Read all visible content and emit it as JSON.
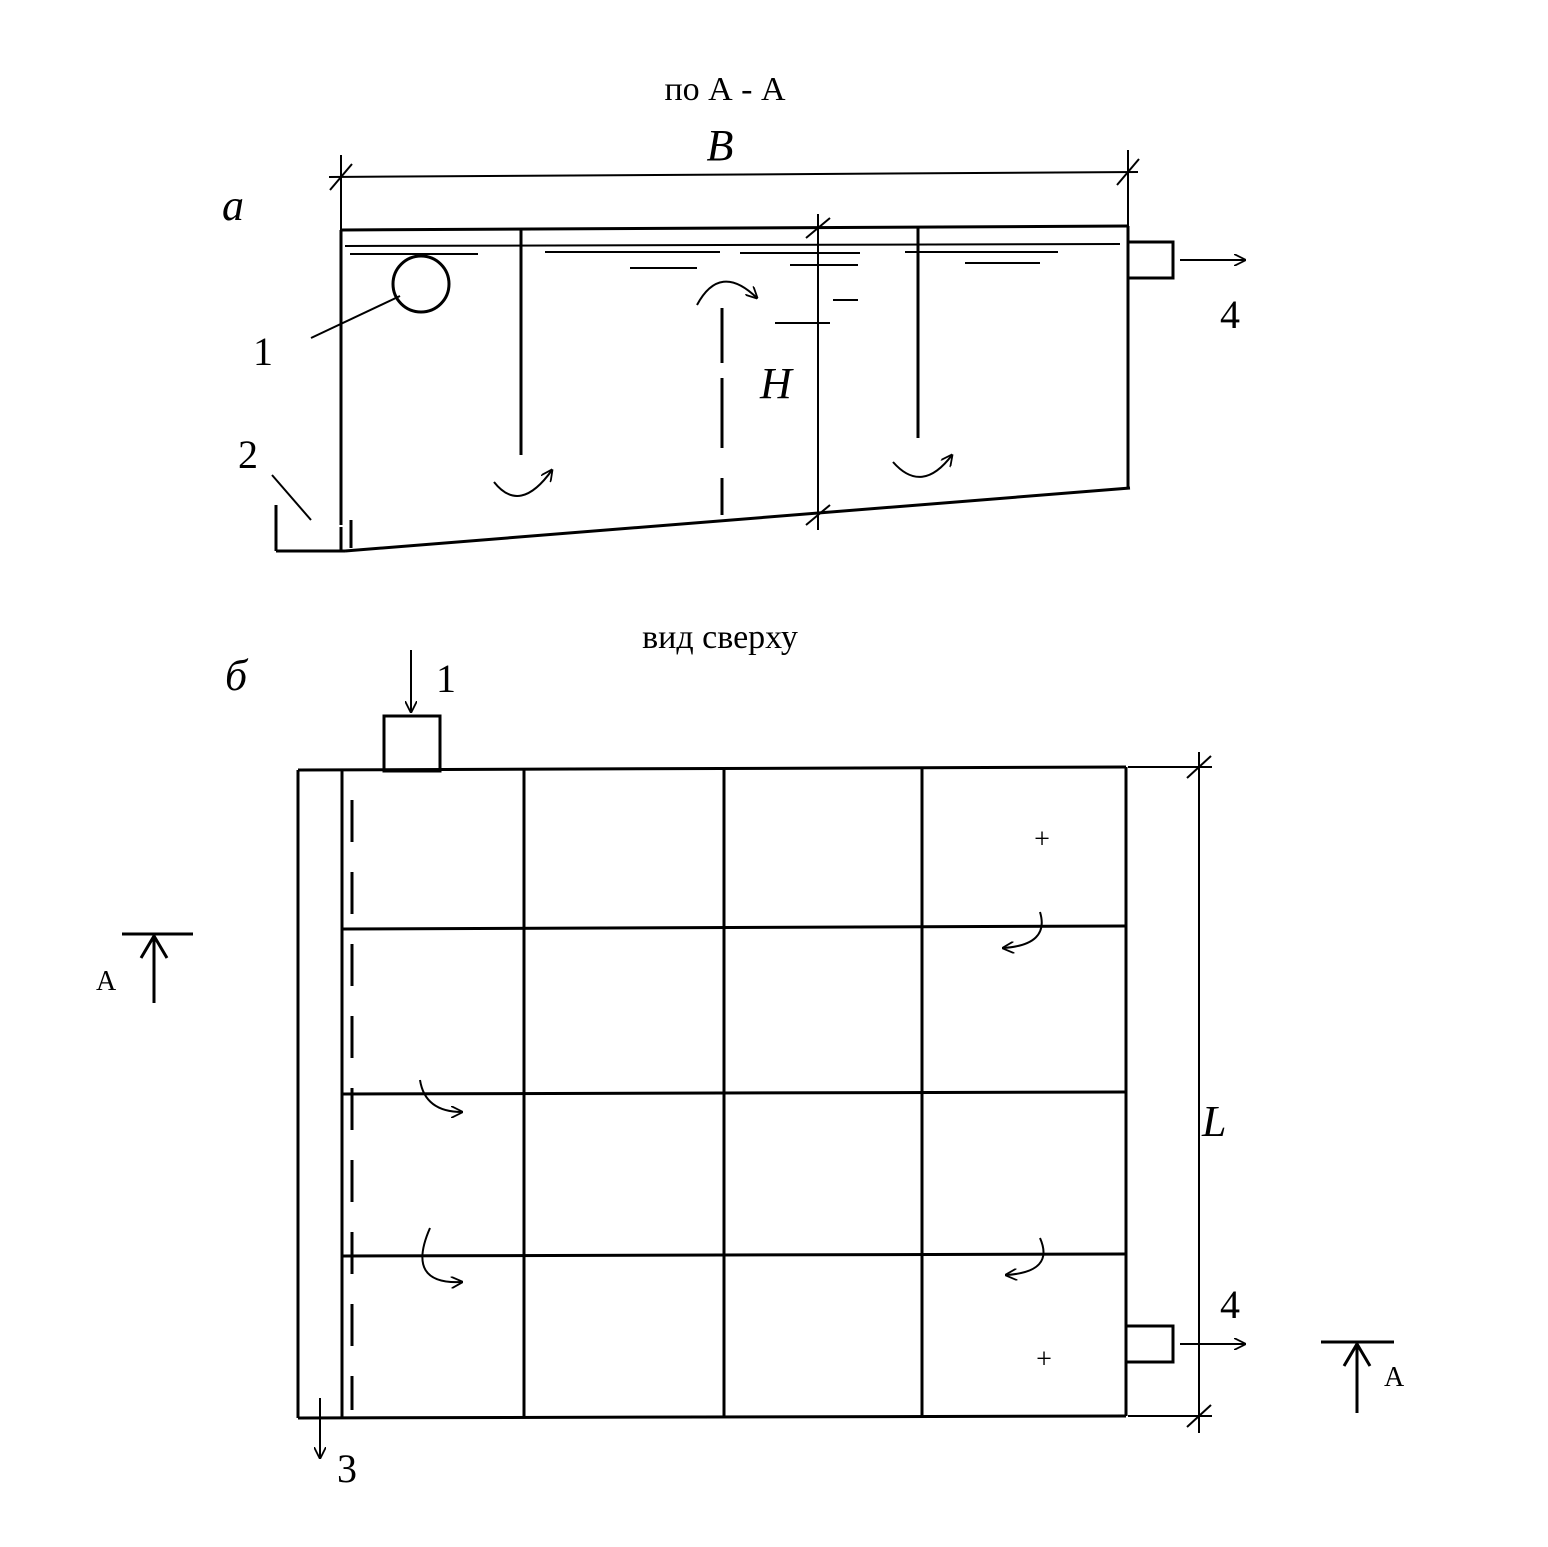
{
  "section_view": {
    "title": "по А - А",
    "panel_label": "а",
    "dim_width": "B",
    "dim_depth": "H",
    "callout_1": "1",
    "callout_2": "2",
    "callout_4": "4"
  },
  "plan_view": {
    "title": "вид сверху",
    "panel_label": "б",
    "dim_length": "L",
    "callout_1": "1",
    "callout_3": "3",
    "callout_4": "4",
    "cut_mark_left": "А",
    "cut_mark_right": "А",
    "plus_top": "+",
    "plus_bottom": "+"
  }
}
